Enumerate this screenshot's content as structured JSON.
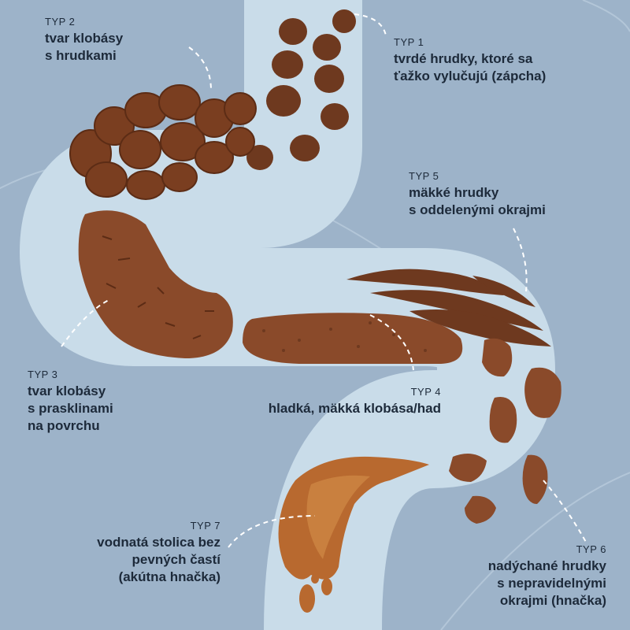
{
  "colors": {
    "background": "#9db3c9",
    "intestine": "#c9dce9",
    "stool_dark": "#6e391f",
    "stool_mid": "#8a4a2a",
    "stool_light": "#b8692f",
    "text": "#1d2a3a"
  },
  "types": [
    {
      "id": "typ1",
      "label": "TYP 1",
      "desc_lines": [
        "tvrdé hrudky, ktoré sa",
        "ťažko vylučujú (zápcha)"
      ]
    },
    {
      "id": "typ2",
      "label": "TYP 2",
      "desc_lines": [
        "tvar klobásy",
        "s hrudkami"
      ]
    },
    {
      "id": "typ3",
      "label": "TYP 3",
      "desc_lines": [
        "tvar klobásy",
        "s prasklinami",
        "na povrchu"
      ]
    },
    {
      "id": "typ4",
      "label": "TYP 4",
      "desc_lines": [
        "hladká, mäkká klobása/had"
      ]
    },
    {
      "id": "typ5",
      "label": "TYP 5",
      "desc_lines": [
        "mäkké hrudky",
        "s oddelenými okrajmi"
      ]
    },
    {
      "id": "typ6",
      "label": "TYP 6",
      "desc_lines": [
        "nadýchané hrudky",
        "s nepravidelnými",
        "okrajmi (hnačka)"
      ]
    },
    {
      "id": "typ7",
      "label": "TYP 7",
      "desc_lines": [
        "vodnatá stolica bez",
        "pevných častí",
        "(akútna hnačka)"
      ]
    }
  ]
}
